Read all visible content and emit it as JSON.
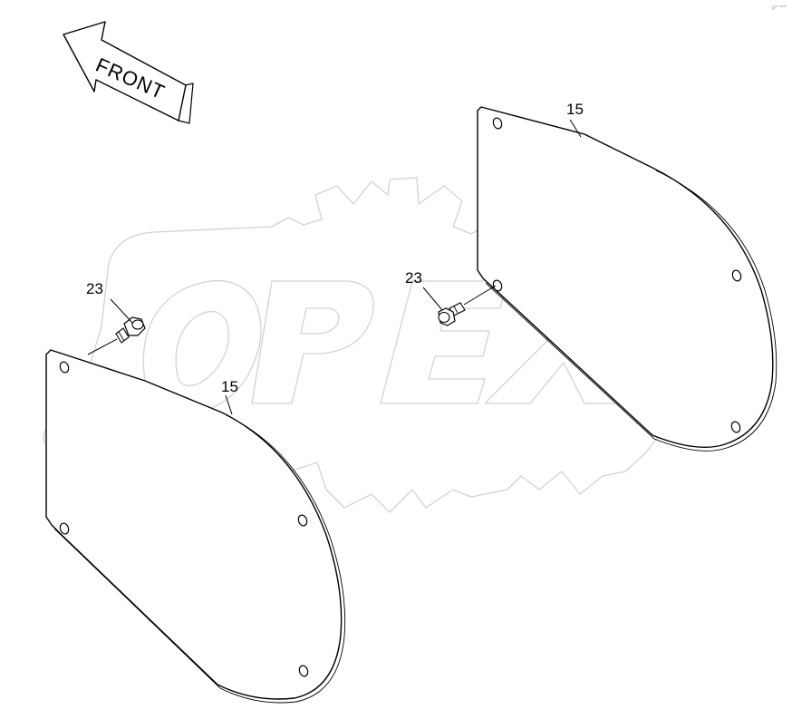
{
  "front_arrow": {
    "label": "FRONT"
  },
  "callouts": {
    "cover_right": "15",
    "cover_left": "15",
    "bolt_left": "23",
    "bolt_right": "23"
  },
  "watermark": {
    "text": "OPEX"
  },
  "corner_code": "g** ****"
}
